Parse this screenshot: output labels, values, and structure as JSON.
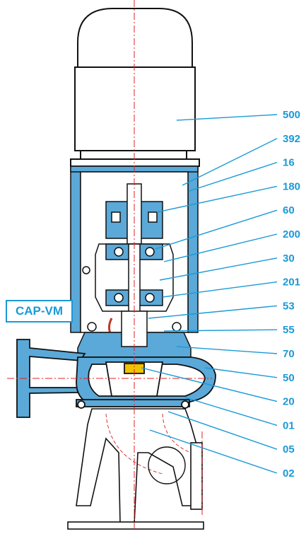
{
  "model_label": "CAP-VM",
  "colors": {
    "accent": "#1a9ad6",
    "section_fill": "#5aa9d8",
    "outline": "#111111",
    "centerline": "#e0202a",
    "motor_fill": "#ffffff"
  },
  "callouts": [
    "500",
    "392",
    "16",
    "180",
    "60",
    "200",
    "30",
    "201",
    "53",
    "55",
    "70",
    "50",
    "20",
    "01",
    "05",
    "02"
  ]
}
